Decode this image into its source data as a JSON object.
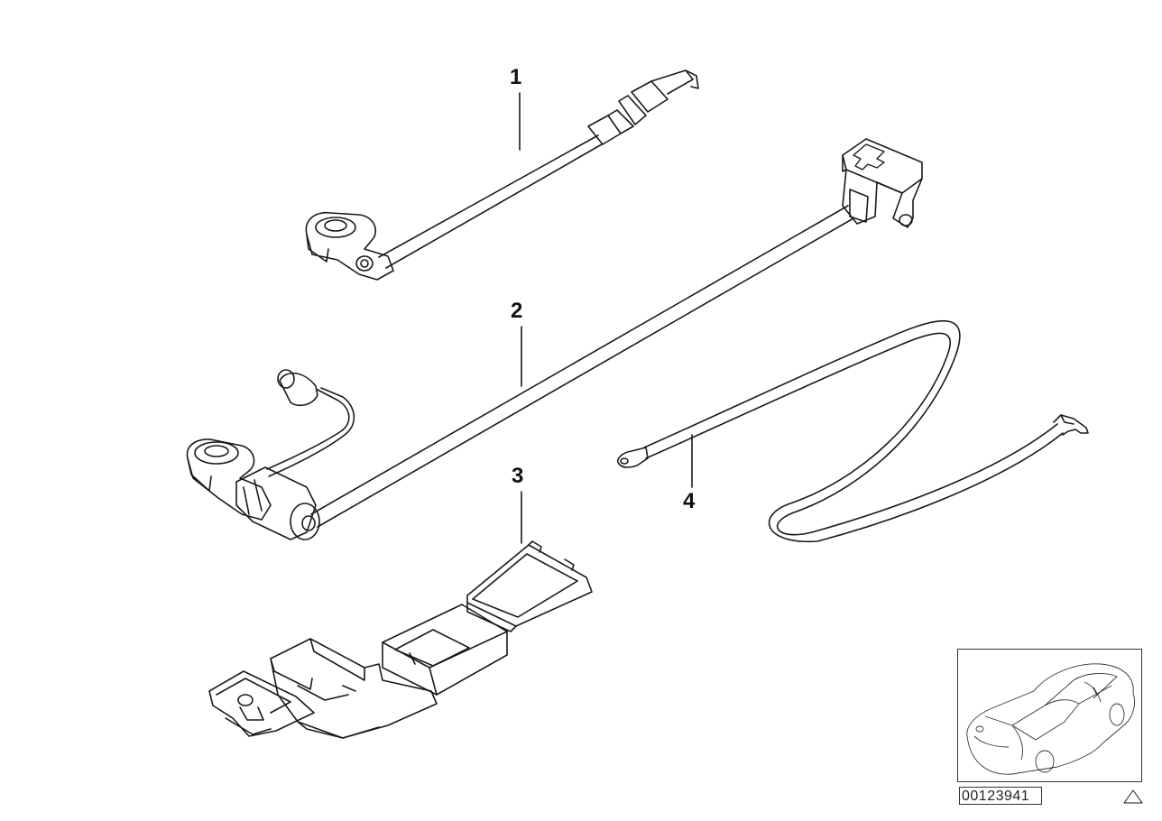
{
  "callouts": {
    "part_1": "1",
    "part_2": "2",
    "part_3": "3",
    "part_4": "4"
  },
  "diagram_id": "00123941",
  "colors": {
    "line": "#1a1a1a",
    "background": "#ffffff"
  }
}
